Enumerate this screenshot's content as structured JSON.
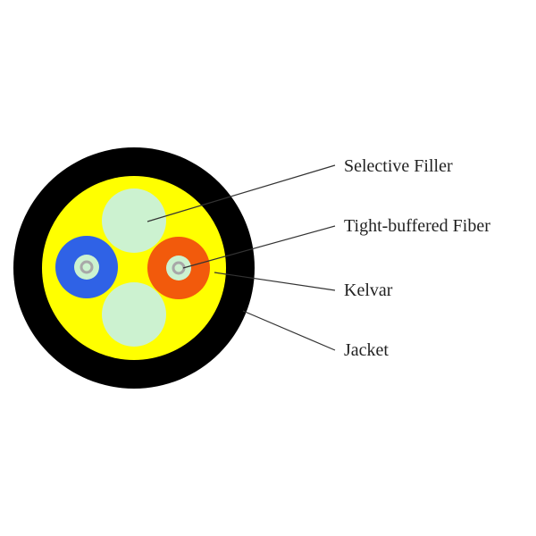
{
  "labels": {
    "selective_filler": "Selective Filler",
    "tight_buffered_fiber": "Tight-buffered Fiber",
    "kelvar": "Kelvar",
    "jacket": "Jacket"
  },
  "colors": {
    "jacket": "#000000",
    "kelvar": "#ffff00",
    "filler": "#ccf2d0",
    "fiber_left": "#2f62e6",
    "fiber_right": "#f25a0c",
    "fiber_core_ring": "#ccf2d0",
    "fiber_core": "#a8a8a8"
  }
}
